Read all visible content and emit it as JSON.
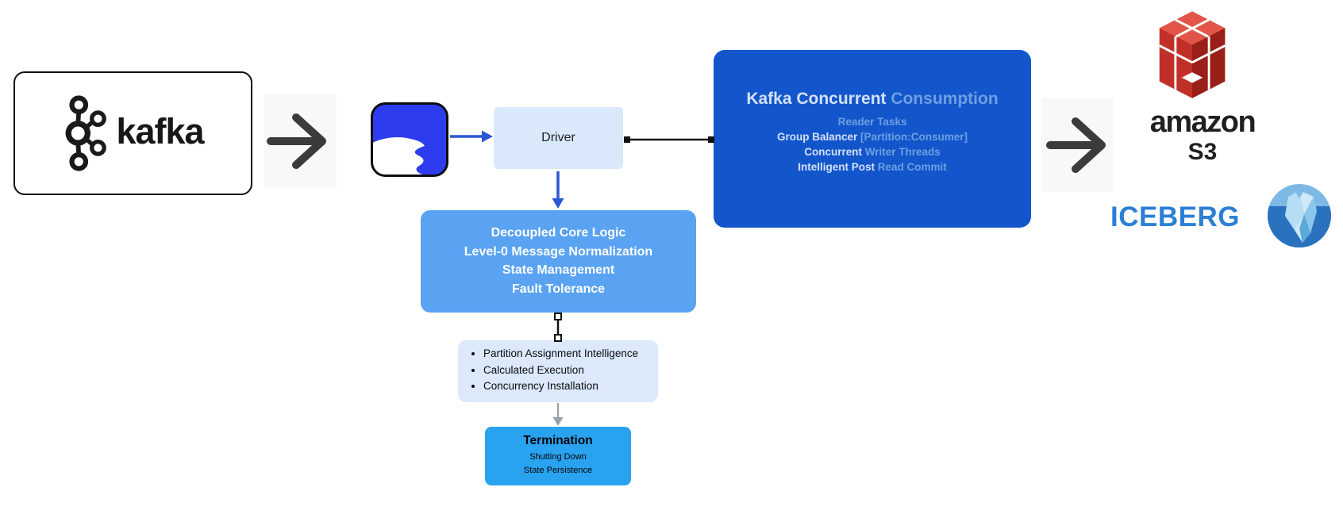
{
  "diagram": {
    "kafka_node": {
      "label": "kafka"
    },
    "driver_node": {
      "label": "Driver"
    },
    "consumption_node": {
      "title": {
        "white": "Kafka Concurrent ",
        "blue": "Consumption"
      },
      "lines": [
        {
          "white": "",
          "blue": "Reader Tasks"
        },
        {
          "white": "Group Balancer ",
          "blue": "[Partition:Consumer]"
        },
        {
          "white": "Concurrent ",
          "blue": "Writer Threads"
        },
        {
          "white": "Intelligent Post ",
          "blue": "Read Commit"
        }
      ]
    },
    "core_node": {
      "lines": [
        "Decoupled Core Logic",
        "Level-0 Message Normalization",
        "State Management",
        "Fault Tolerance"
      ]
    },
    "intelligence_node": {
      "bullets": [
        "Partition Assignment Intelligence",
        "Calculated Execution",
        "Concurrency Installation"
      ]
    },
    "termination_node": {
      "title": "Termination",
      "lines": [
        "Shutting Down",
        "State Persistence"
      ]
    },
    "amazon_s3": {
      "brand": "amazon",
      "product": "S3"
    },
    "iceberg": {
      "brand": "ICEBERG"
    }
  },
  "colors": {
    "consumption_box": "#1356cb",
    "consumption_text_white": "#d3e1f7",
    "consumption_text_blue": "#6d9fe3",
    "core_box": "#5aa3f3",
    "intelligence_box": "#dbe9fb",
    "driver_box": "#d9e8fb",
    "termination_box": "#29a2f0",
    "arrow_black": "#3b3b3b",
    "arrow_blue": "#2b56d6",
    "arrow_gray": "#9aa0a6",
    "lake_icon_blue": "#2c3cee",
    "s3_red": "#c13028",
    "iceberg_blue": "#2b7fd6"
  }
}
